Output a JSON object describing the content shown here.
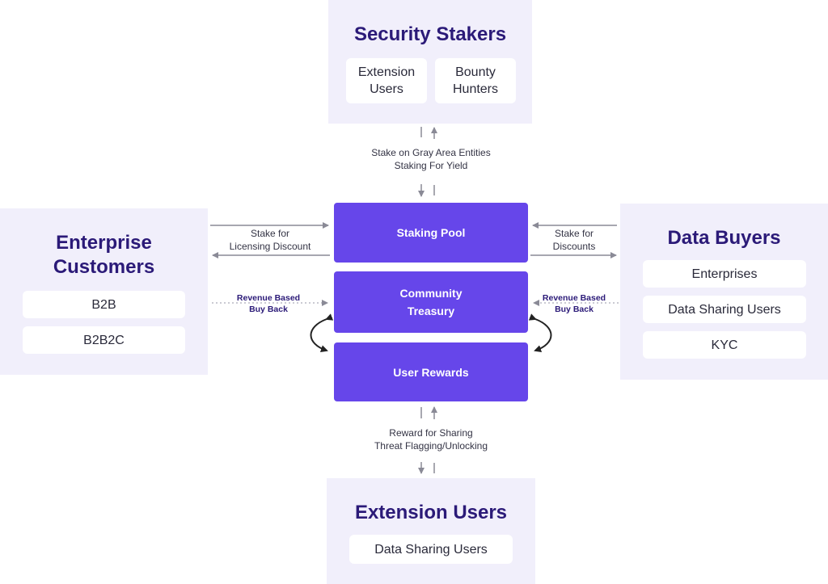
{
  "colors": {
    "panel_bg": "#f1effb",
    "title": "#2b1a78",
    "core_box": "#6646ea",
    "arrow": "#8a8a96"
  },
  "security_stakers": {
    "title": "Security Stakers",
    "chips": [
      "Extension\nUsers",
      "Bounty\nHunters"
    ]
  },
  "enterprise_customers": {
    "title": "Enterprise\nCustomers",
    "chips": [
      "B2B",
      "B2B2C"
    ]
  },
  "data_buyers": {
    "title": "Data Buyers",
    "chips": [
      "Enterprises",
      "Data Sharing Users",
      "KYC"
    ]
  },
  "extension_users": {
    "title": "Extension Users",
    "chips": [
      "Data Sharing Users"
    ]
  },
  "core": {
    "staking_pool": "Staking Pool",
    "community_treasury": "Community\nTreasury",
    "user_rewards": "User Rewards"
  },
  "flows": {
    "top": "Stake on Gray Area Entities\nStaking For Yield",
    "bottom": "Reward for Sharing\nThreat Flagging/Unlocking",
    "left_stake": "Stake for\nLicensing Discount",
    "right_stake": "Stake for\nDiscounts",
    "left_buyback": "Revenue Based\nBuy Back",
    "right_buyback": "Revenue Based\nBuy Back"
  }
}
